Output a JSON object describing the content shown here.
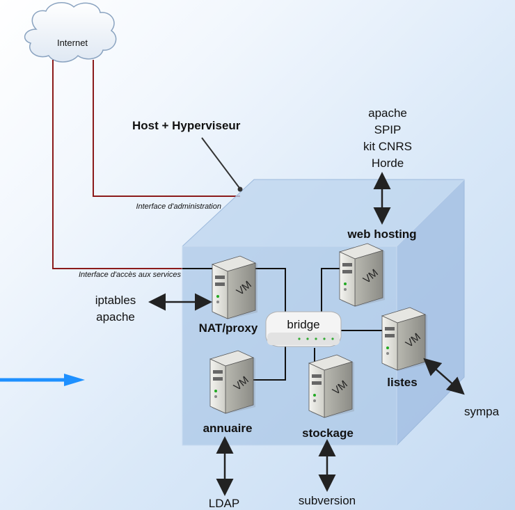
{
  "cloud": {
    "label": "Internet"
  },
  "host": {
    "label": "Host + Hyperviseur"
  },
  "interfaces": {
    "admin": "Interface d'administration",
    "services": "Interface d'accès aux services"
  },
  "bridge": {
    "label": "bridge"
  },
  "vms": {
    "nat": {
      "name": "NAT/proxy",
      "vm": "VM"
    },
    "web": {
      "name": "web hosting",
      "vm": "VM"
    },
    "listes": {
      "name": "listes",
      "vm": "VM"
    },
    "annuaire": {
      "name": "annuaire",
      "vm": "VM"
    },
    "stockage": {
      "name": "stockage",
      "vm": "VM"
    }
  },
  "services": {
    "web": [
      "apache",
      "SPIP",
      "kit CNRS",
      "Horde"
    ],
    "nat": [
      "iptables",
      "apache"
    ],
    "listes": "sympa",
    "annuaire": "LDAP",
    "stockage": "subversion"
  },
  "colors": {
    "link": "#8b1a1a",
    "arrow_blue": "#1e90ff",
    "cube_front": "#a9c6e6",
    "cube_top": "#bcd4ee",
    "cube_side": "#9dbbe0"
  }
}
